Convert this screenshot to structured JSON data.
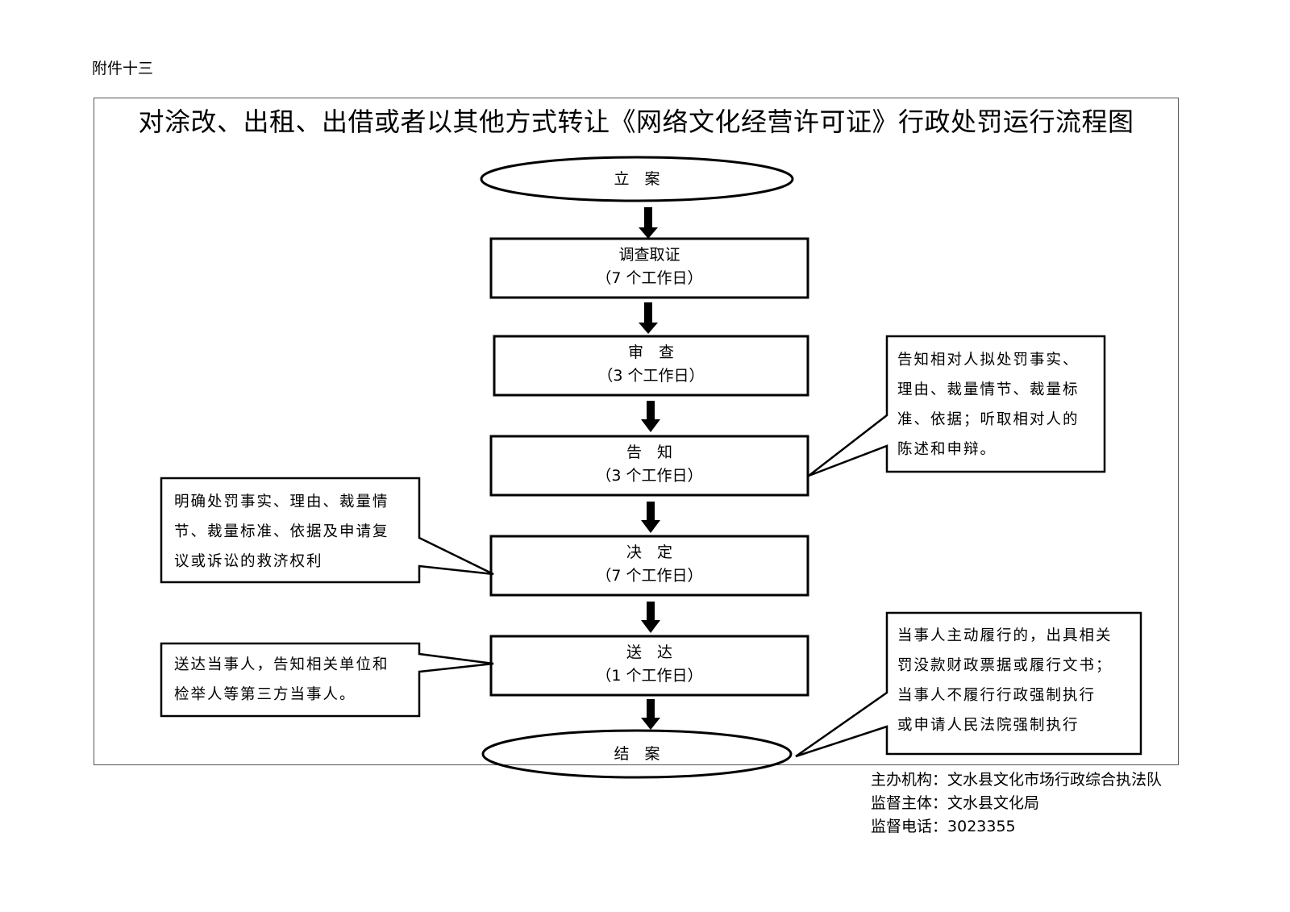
{
  "attachment_label": "附件十三",
  "title": "对涂改、出租、出借或者以其他方式转让《网络文化经营许可证》行政处罚运行流程图",
  "steps": [
    {
      "name": "立　案",
      "duration": ""
    },
    {
      "name": "调查取证",
      "duration": "（7 个工作日）"
    },
    {
      "name": "审　查",
      "duration": "（3 个工作日）"
    },
    {
      "name": "告　知",
      "duration": "（3 个工作日）"
    },
    {
      "name": "决　定",
      "duration": "（7 个工作日）"
    },
    {
      "name": "送　达",
      "duration": "（1 个工作日）"
    },
    {
      "name": "结　案",
      "duration": ""
    }
  ],
  "notes": {
    "notify": [
      "告知相对人拟处罚事实、",
      "理由、裁量情节、裁量标",
      "准、依据；听取相对人的",
      "陈述和申辩。"
    ],
    "decide": [
      "明确处罚事实、理由、裁量情",
      "节、裁量标准、依据及申请复",
      "议或诉讼的救济权利"
    ],
    "deliver": [
      "送达当事人，告知相关单位和",
      "检举人等第三方当事人。"
    ],
    "close": [
      "当事人主动履行的，出具相关",
      "罚没款财政票据或履行文书；",
      "当事人不履行行政强制执行",
      "或申请人民法院强制执行"
    ]
  },
  "footer": {
    "organizer_label": "主办机构：",
    "organizer": "文水县文化市场行政综合执法队",
    "supervisor_label": "监督主体：",
    "supervisor": "文水县文化局",
    "phone_label": "监督电话：",
    "phone": "3023355"
  }
}
